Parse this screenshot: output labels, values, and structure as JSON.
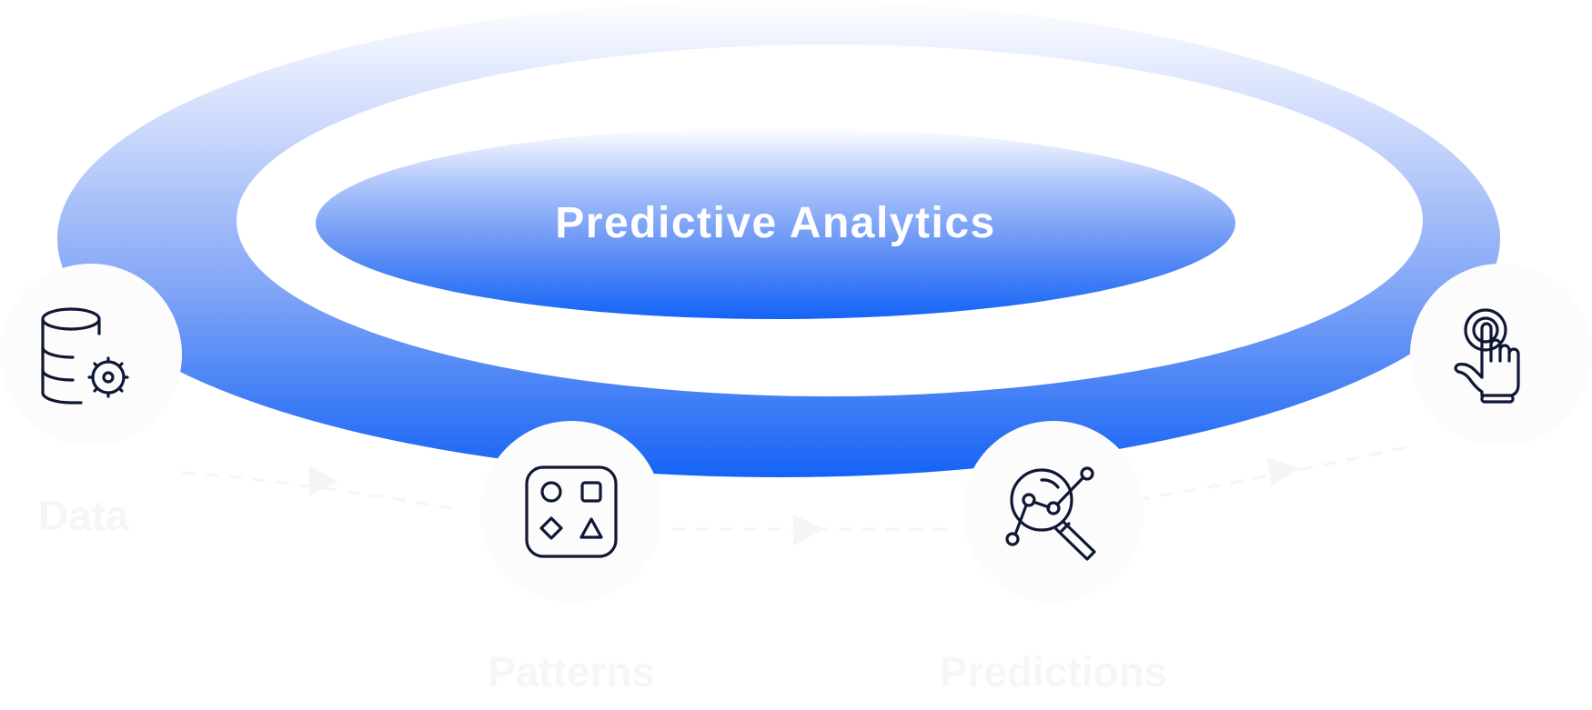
{
  "diagram": {
    "center_title": "Predictive Analytics",
    "accent_color": "#1463f6",
    "icon_color": "#101735",
    "steps": [
      {
        "label": "Data",
        "icon": "database-gear-icon"
      },
      {
        "label": "Patterns",
        "icon": "shapes-pattern-icon"
      },
      {
        "label": "Predictions",
        "icon": "chart-search-icon"
      },
      {
        "label": "",
        "icon": "hand-tap-icon"
      }
    ]
  }
}
